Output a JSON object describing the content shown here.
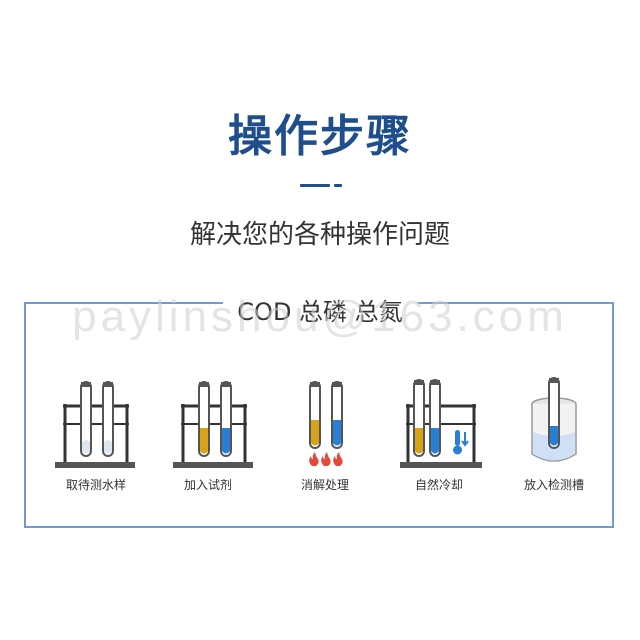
{
  "header": {
    "title": "操作步骤",
    "subtitle": "解决您的各种操作问题"
  },
  "panel": {
    "title": "COD 总磷 总氮"
  },
  "watermark": "paylinshou@163.com",
  "colors": {
    "brand": "#1f4e8c",
    "border": "#6f9bd1",
    "reagent_yellow": "#d9a21b",
    "reagent_blue": "#2a7fd4",
    "flame": "#e24a3a"
  },
  "steps": [
    {
      "label": "取待测水样",
      "icon": "test-tubes-rack-empty-icon"
    },
    {
      "label": "加入试剂",
      "icon": "test-tubes-rack-reagent-icon"
    },
    {
      "label": "消解处理",
      "icon": "heating-tubes-flame-icon"
    },
    {
      "label": "自然冷却",
      "icon": "cooling-tubes-thermometer-icon"
    },
    {
      "label": "放入检测槽",
      "icon": "detection-cell-icon"
    }
  ]
}
